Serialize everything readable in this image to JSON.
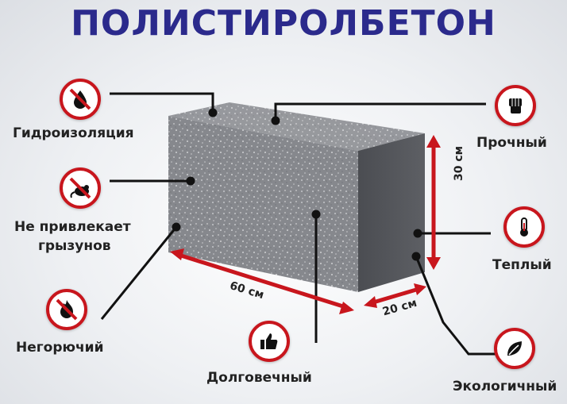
{
  "title": "ПОЛИСТИРОЛБЕТОН",
  "features": {
    "waterproofing": "Гидроизоляция",
    "rodents_line1": "Не привлекает",
    "rodents_line2": "грызунов",
    "fireproof": "Негорючий",
    "durable": "Долговечный",
    "strong": "Прочный",
    "warm": "Теплый",
    "eco": "Экологичный"
  },
  "dimensions": {
    "length": "60 см",
    "width": "20 см",
    "height": "30 см"
  },
  "icons": {
    "waterproofing": "no-water-drop-icon",
    "rodents": "no-rodent-icon",
    "fireproof": "no-fire-icon",
    "durable": "thumbs-up-icon",
    "strong": "fist-icon",
    "warm": "thermometer-icon",
    "eco": "leaf-icon"
  },
  "colors": {
    "title": "#2b2a8c",
    "accent": "#c8161d",
    "block": "#7e8085"
  }
}
